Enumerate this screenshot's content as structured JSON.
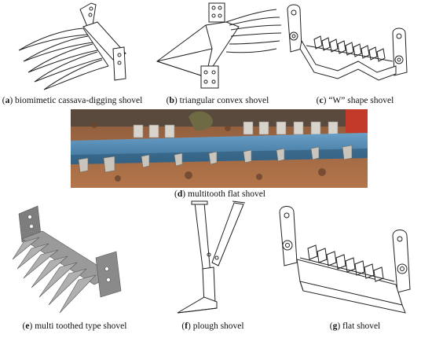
{
  "figure": {
    "panels": [
      {
        "id": "a",
        "letter": "a",
        "caption": "biomimetic cassava-digging shovel"
      },
      {
        "id": "b",
        "letter": "b",
        "caption": "triangular convex shovel"
      },
      {
        "id": "c",
        "letter": "c",
        "caption": "“W” shape shovel"
      },
      {
        "id": "d",
        "letter": "d",
        "caption": "multitooth flat shovel"
      },
      {
        "id": "e",
        "letter": "e",
        "caption": "multi toothed type shovel"
      },
      {
        "id": "f",
        "letter": "f",
        "caption": "plough shovel"
      },
      {
        "id": "g",
        "letter": "g",
        "caption": "flat shovel"
      }
    ]
  },
  "colors": {
    "line": "#222222",
    "steel_gray": "#9a9a9a",
    "photo_soil": "#a0603a",
    "photo_blade": "#4a88b8",
    "photo_sky": "#c33a2a"
  }
}
